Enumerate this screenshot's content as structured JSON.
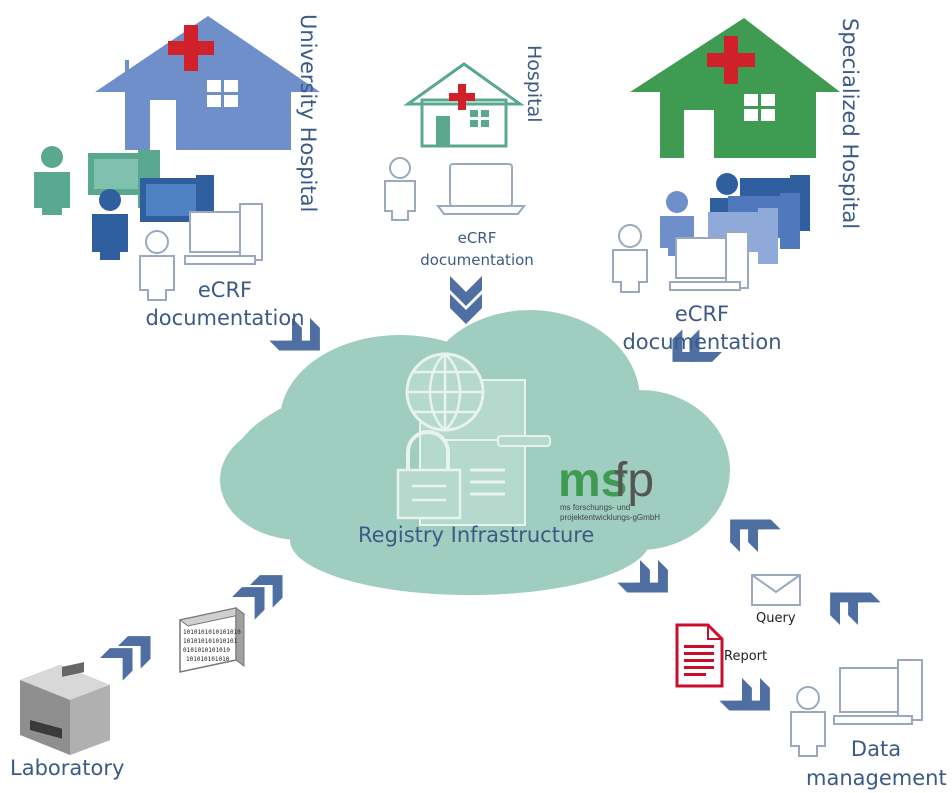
{
  "sites": {
    "university": {
      "name": "University Hospital",
      "doc_line1": "eCRF",
      "doc_line2": "documentation"
    },
    "hospital": {
      "name": "Hospital",
      "doc_line1": "eCRF",
      "doc_line2": "documentation"
    },
    "specialized": {
      "name": "Specialized Hospital",
      "doc_line1": "eCRF",
      "doc_line2": "documentation"
    }
  },
  "registry": {
    "label": "Registry Infrastructure",
    "logo_ms": "ms",
    "logo_fp": "fp",
    "logo_sub1": "ms forschungs- und",
    "logo_sub2": "projektentwicklungs-gGmbH"
  },
  "laboratory": {
    "label": "Laboratory",
    "binary": [
      "1010101010101010",
      "101010101010101",
      "0101010101010",
      "101010101010"
    ]
  },
  "data_management": {
    "line1": "Data",
    "line2": "management",
    "query": "Query",
    "report": "Report"
  },
  "colors": {
    "blue_house": "#6f8fcb",
    "green_house": "#3f9a52",
    "teal_outline": "#5aa890",
    "red_cross": "#d0202a",
    "cloud": "#9fcdbf",
    "chevron": "#4f6fa3",
    "text": "#3b5a86",
    "person_teal": "#5aa890",
    "person_blue": "#2f5f9e"
  }
}
